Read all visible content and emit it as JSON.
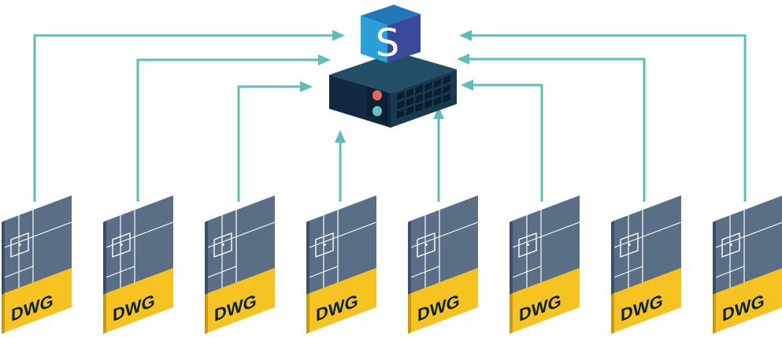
{
  "diagram": {
    "hub": {
      "icon": "server-hub-icon",
      "letter": "S",
      "colors": {
        "body_top": "#244e66",
        "body_front": "#0f2a40",
        "body_side": "#173a52",
        "cube_left": "#2a9fd8",
        "cube_right": "#3a4a9a",
        "cube_top": "#2277b8",
        "grid": "#0a1e30",
        "led_red": "#e06a5a",
        "led_teal": "#6cc0c0"
      }
    },
    "files": [
      {
        "label": "DWG"
      },
      {
        "label": "DWG"
      },
      {
        "label": "DWG"
      },
      {
        "label": "DWG"
      },
      {
        "label": "DWG"
      },
      {
        "label": "DWG"
      },
      {
        "label": "DWG"
      },
      {
        "label": "DWG"
      }
    ],
    "file_icon": "dwg-file-icon",
    "colors": {
      "arrow": "#5fbdb8",
      "sheet": "#5a6e86",
      "sheet_edge": "#3a4f6a",
      "band": "#f6c323",
      "band_edge": "#c99a10",
      "sheet_lines": "#ffffff",
      "text": "#0b2238"
    }
  }
}
